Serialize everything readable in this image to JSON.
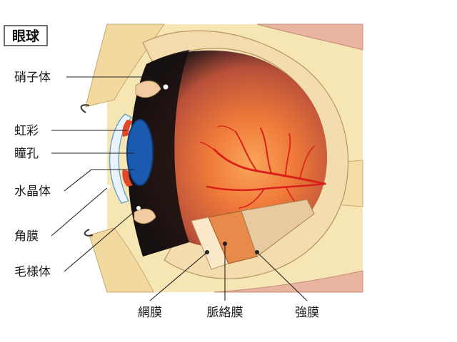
{
  "title": "眼球",
  "labels": {
    "vitreous": "硝子体",
    "iris": "虹彩",
    "pupil": "瞳孔",
    "lens": "水晶体",
    "cornea": "角膜",
    "ciliary": "毛様体",
    "retina": "網膜",
    "choroid": "脈絡膜",
    "sclera": "強膜"
  },
  "colors": {
    "tissue": "#f6e6b4",
    "interior_dark": "#1a1414",
    "fundus_orange": "#f28a3a",
    "vessel_red": "#d8211a",
    "pupil_blue": "#1a5bb0",
    "sclera_tan": "#e8c9a0",
    "choroid_orange": "#e88a4a"
  }
}
